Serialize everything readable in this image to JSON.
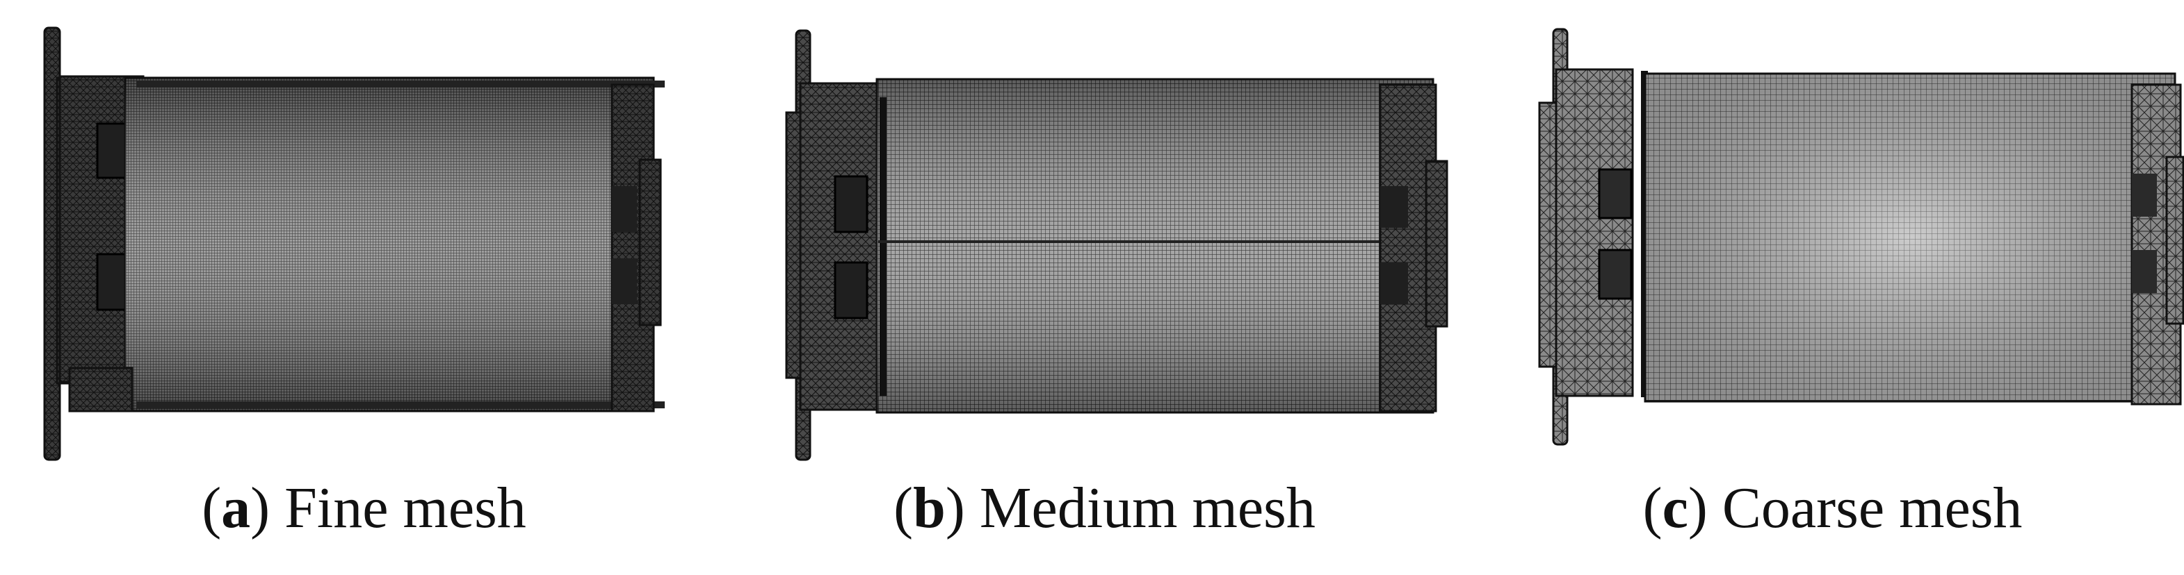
{
  "panels": [
    {
      "letter": "a",
      "name": "Fine mesh",
      "density": "fine"
    },
    {
      "letter": "b",
      "name": "Medium mesh",
      "density": "medium"
    },
    {
      "letter": "c",
      "name": "Coarse mesh",
      "density": "coarse"
    }
  ],
  "paren_open": "(",
  "paren_close": ") ",
  "colors": {
    "mesh_dark": "#1a1a1a",
    "mesh_mid": "#3a3a3a",
    "mesh_fill": "#7a7a7a",
    "background": "#ffffff"
  }
}
